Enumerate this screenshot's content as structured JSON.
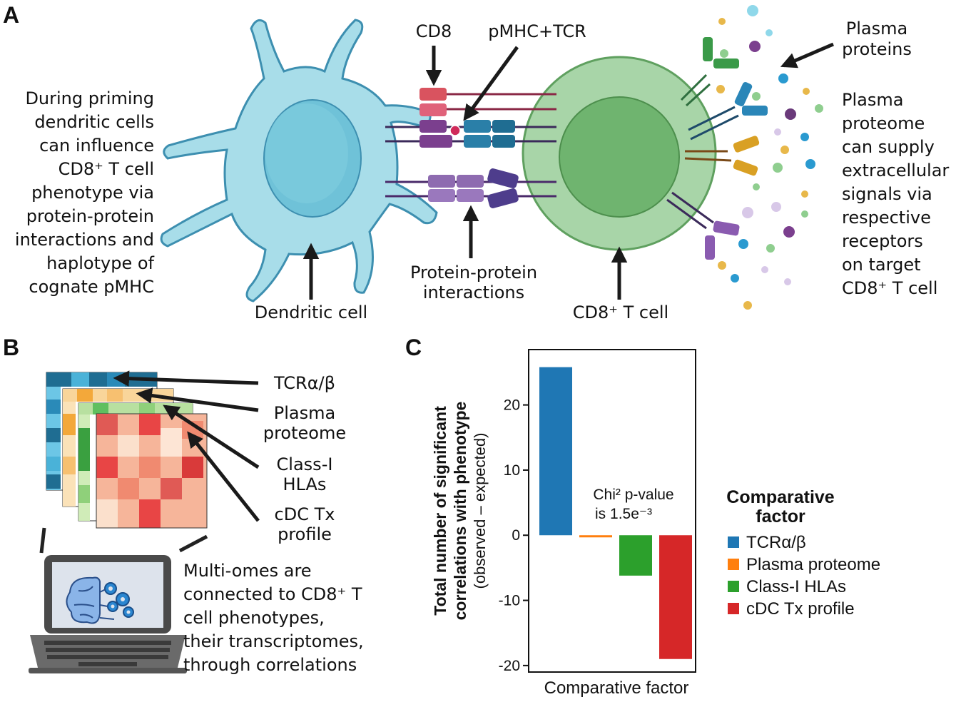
{
  "panels": {
    "a": "A",
    "b": "B",
    "c": "C"
  },
  "panel_a": {
    "left_text": [
      "During priming",
      "dendritic cells",
      "can influence",
      "CD8⁺ T cell",
      "phenotype via",
      "protein-protein",
      "interactions and",
      "haplotype of",
      "cognate pMHC"
    ],
    "cd8": "CD8",
    "pmhc_tcr": "pMHC+TCR",
    "plasma_proteins": [
      "Plasma",
      "proteins"
    ],
    "right_text": [
      "Plasma",
      "proteome",
      "can supply",
      "extracellular",
      "signals via",
      "respective",
      "receptors",
      "on target",
      "CD8⁺ T cell"
    ],
    "dendritic_cell": "Dendritic cell",
    "ppi": [
      "Protein-protein",
      "interactions"
    ],
    "cd8_t_cell": "CD8⁺ T cell"
  },
  "panel_b": {
    "layers": [
      "TCRα/β",
      "Plasma\nproteome",
      "Class-I\nHLAs",
      "cDC Tx\nprofile"
    ],
    "layer_lines": [
      [
        "TCRα/β"
      ],
      [
        "Plasma",
        "proteome"
      ],
      [
        "Class-I",
        "HLAs"
      ],
      [
        "cDC Tx",
        "profile"
      ]
    ],
    "caption": [
      "Multi-omes are",
      "connected to CD8⁺ T",
      "cell phenotypes,",
      "their transcriptomes,",
      "through correlations"
    ]
  },
  "colors": {
    "tcr": "#1f77b4",
    "plasma": "#ff7f0e",
    "hla": "#2ca02c",
    "cdc": "#d62728",
    "dendritic_fill": "#a8dde9",
    "dendritic_stroke": "#3d8fb0",
    "tcell_fill": "#a8d5a8",
    "tcell_stroke": "#5fa05f"
  },
  "chart_data": {
    "type": "bar",
    "categories": [
      "TCRα/β",
      "Plasma proteome",
      "Class-I HLAs",
      "cDC Tx profile"
    ],
    "values": [
      25.8,
      -0.3,
      -6.2,
      -19
    ],
    "colors": [
      "#1f77b4",
      "#ff7f0e",
      "#2ca02c",
      "#d62728"
    ],
    "ylabel_lines": [
      "Total number of significant",
      "correlations with phenotype"
    ],
    "ylabel_sub": "(observed – expected)",
    "xlabel": "Comparative factor",
    "ylim": [
      -21,
      28.5
    ],
    "yticks": [
      20,
      10,
      0,
      -10,
      -20
    ],
    "ytick_labels": [
      "20",
      "10",
      "0",
      "-10",
      "-20"
    ],
    "annotation_line1": "Chi² p-value",
    "annotation_line2": "is 1.5e⁻³",
    "legend_title_lines": [
      "Comparative",
      "factor"
    ],
    "legend": [
      "TCRα/β",
      "Plasma proteome",
      "Class-I HLAs",
      "cDC Tx profile"
    ]
  }
}
